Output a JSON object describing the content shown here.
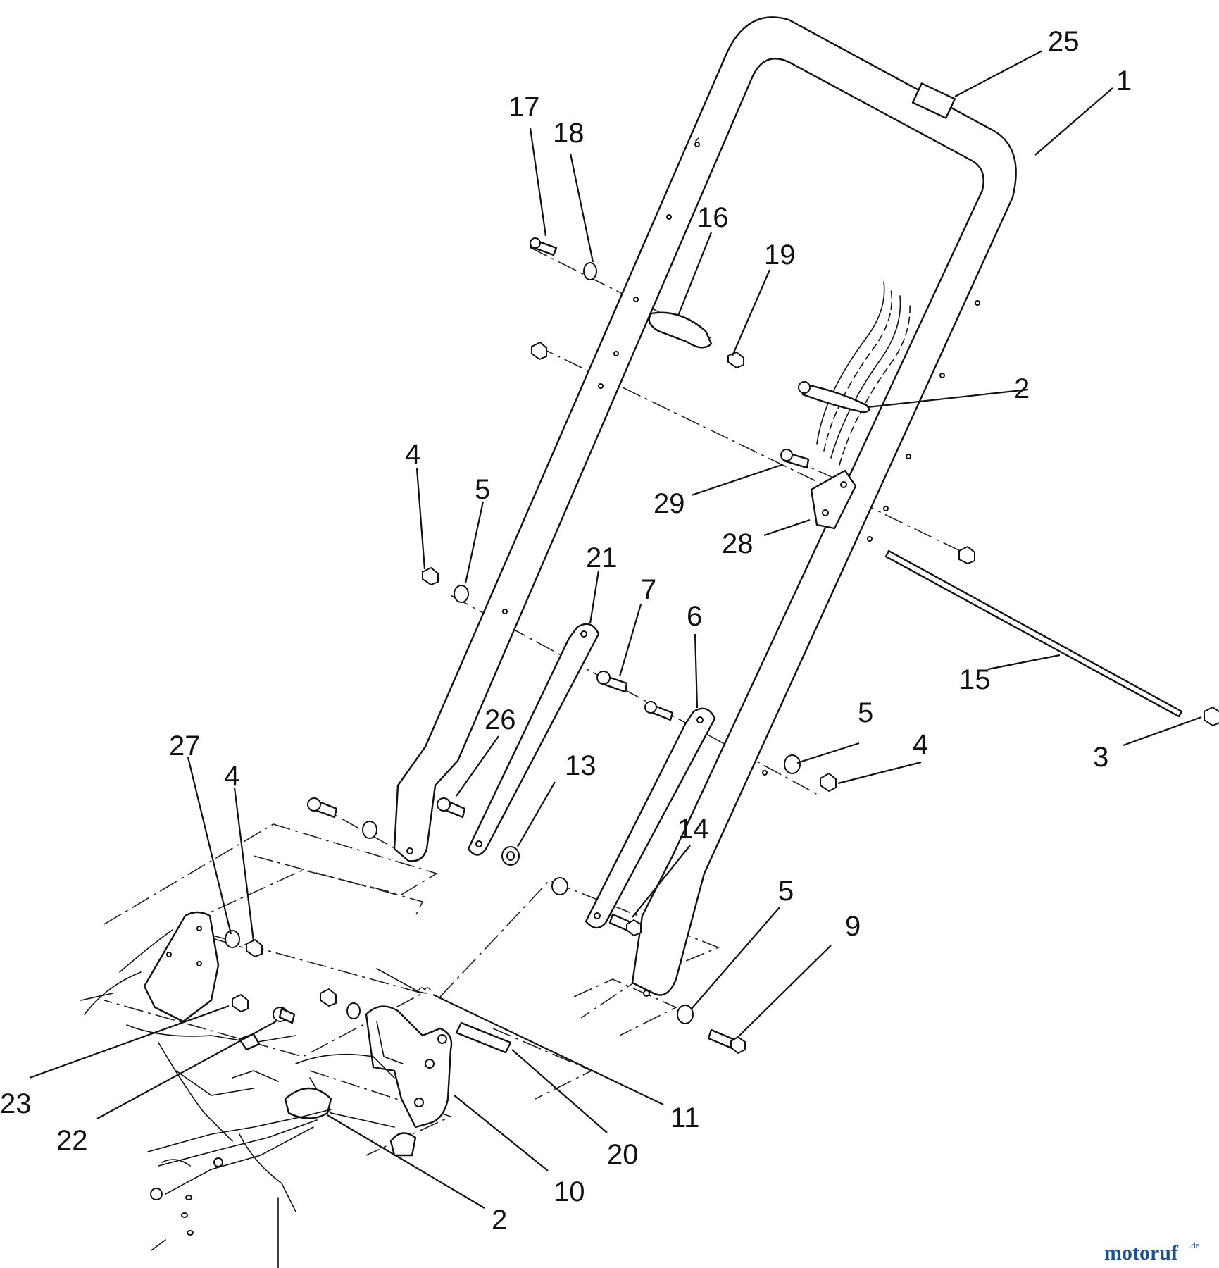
{
  "callouts": [
    {
      "label": "25"
    },
    {
      "label": "1"
    },
    {
      "label": "17"
    },
    {
      "label": "18"
    },
    {
      "label": "16"
    },
    {
      "label": "19"
    },
    {
      "label": "2"
    },
    {
      "label": "29"
    },
    {
      "label": "28"
    },
    {
      "label": "4"
    },
    {
      "label": "5"
    },
    {
      "label": "21"
    },
    {
      "label": "7"
    },
    {
      "label": "6"
    },
    {
      "label": "15"
    },
    {
      "label": "26"
    },
    {
      "label": "13"
    },
    {
      "label": "27"
    },
    {
      "label": "4"
    },
    {
      "label": "5"
    },
    {
      "label": "4"
    },
    {
      "label": "3"
    },
    {
      "label": "14"
    },
    {
      "label": "5"
    },
    {
      "label": "9"
    },
    {
      "label": "23"
    },
    {
      "label": "22"
    },
    {
      "label": "11"
    },
    {
      "label": "20"
    },
    {
      "label": "10"
    },
    {
      "label": "2"
    }
  ],
  "watermark": {
    "brand": "motoruf",
    "suffix": ".de"
  }
}
